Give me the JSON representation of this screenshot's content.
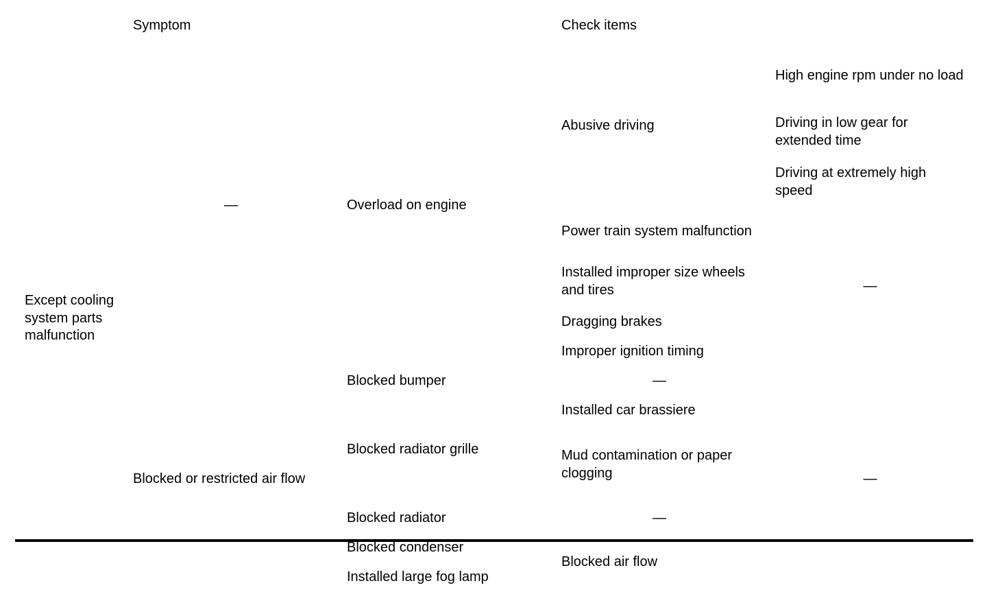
{
  "table": {
    "headers": {
      "blank": "",
      "symptom": "Symptom",
      "check_items": "Check items"
    },
    "dash": "—",
    "group": {
      "label": "Except cooling system parts malfunction"
    },
    "rows": [
      {
        "symptom_1": "—",
        "symptom_2": "Overload on engine",
        "check_1": "Abusive driving",
        "check_2": "High engine rpm under no load"
      },
      {
        "check_2": "Driving in low gear for extended time"
      },
      {
        "check_2": "Driving at extremely high speed"
      },
      {
        "check_1": "Power train system malfunction",
        "check_2": "—"
      },
      {
        "check_1": "Installed improper size wheels and tires"
      },
      {
        "check_1": "Dragging brakes"
      },
      {
        "check_1": "Improper ignition timing"
      },
      {
        "symptom_2": "Blocked or restricted air flow",
        "check_1_alt": "Blocked bumper",
        "check_1": "—",
        "check_2": "—"
      },
      {
        "check_1_alt": "Blocked radiator grille",
        "check_1": "Installed car brassiere"
      },
      {
        "check_1": "Mud contamination or paper clogging"
      },
      {
        "check_1_alt": "Blocked radiator",
        "check_1": "—"
      },
      {
        "check_1_alt": "Blocked condenser",
        "check_1": "Blocked air flow"
      },
      {
        "check_1_alt": "Installed large fog lamp"
      }
    ]
  }
}
